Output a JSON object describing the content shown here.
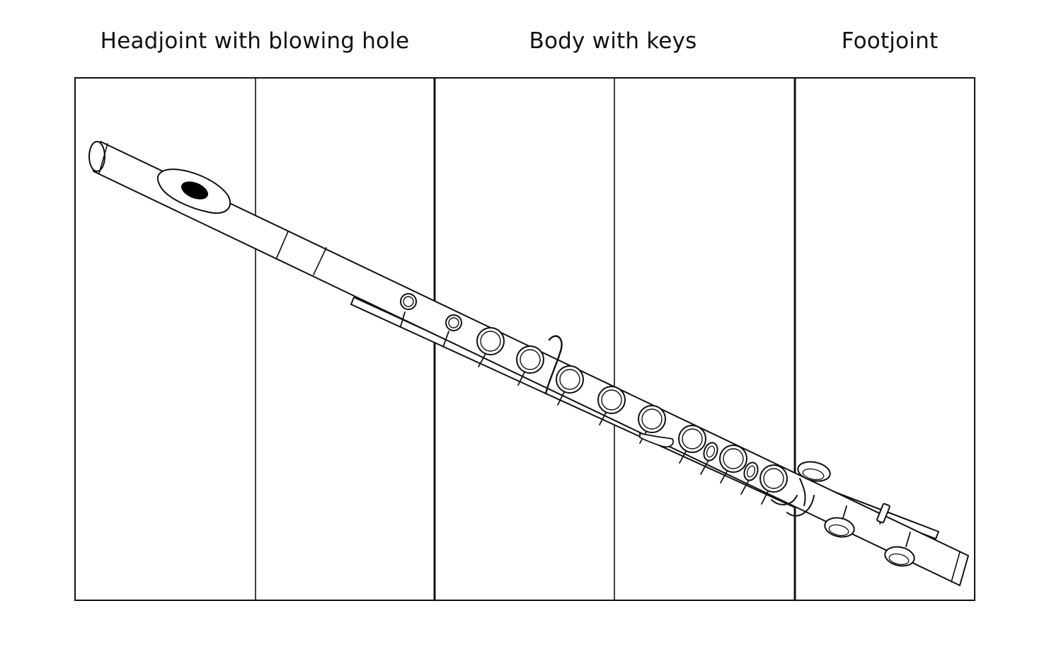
{
  "labels": {
    "headjoint": "Headjoint with blowing hole",
    "body": "Body with keys",
    "footjoint": "Footjoint"
  },
  "colors": {
    "line": "#111111",
    "fill": "#ffffff",
    "embouchure_hole": "#000000"
  },
  "icons": [
    "flute-illustration"
  ]
}
